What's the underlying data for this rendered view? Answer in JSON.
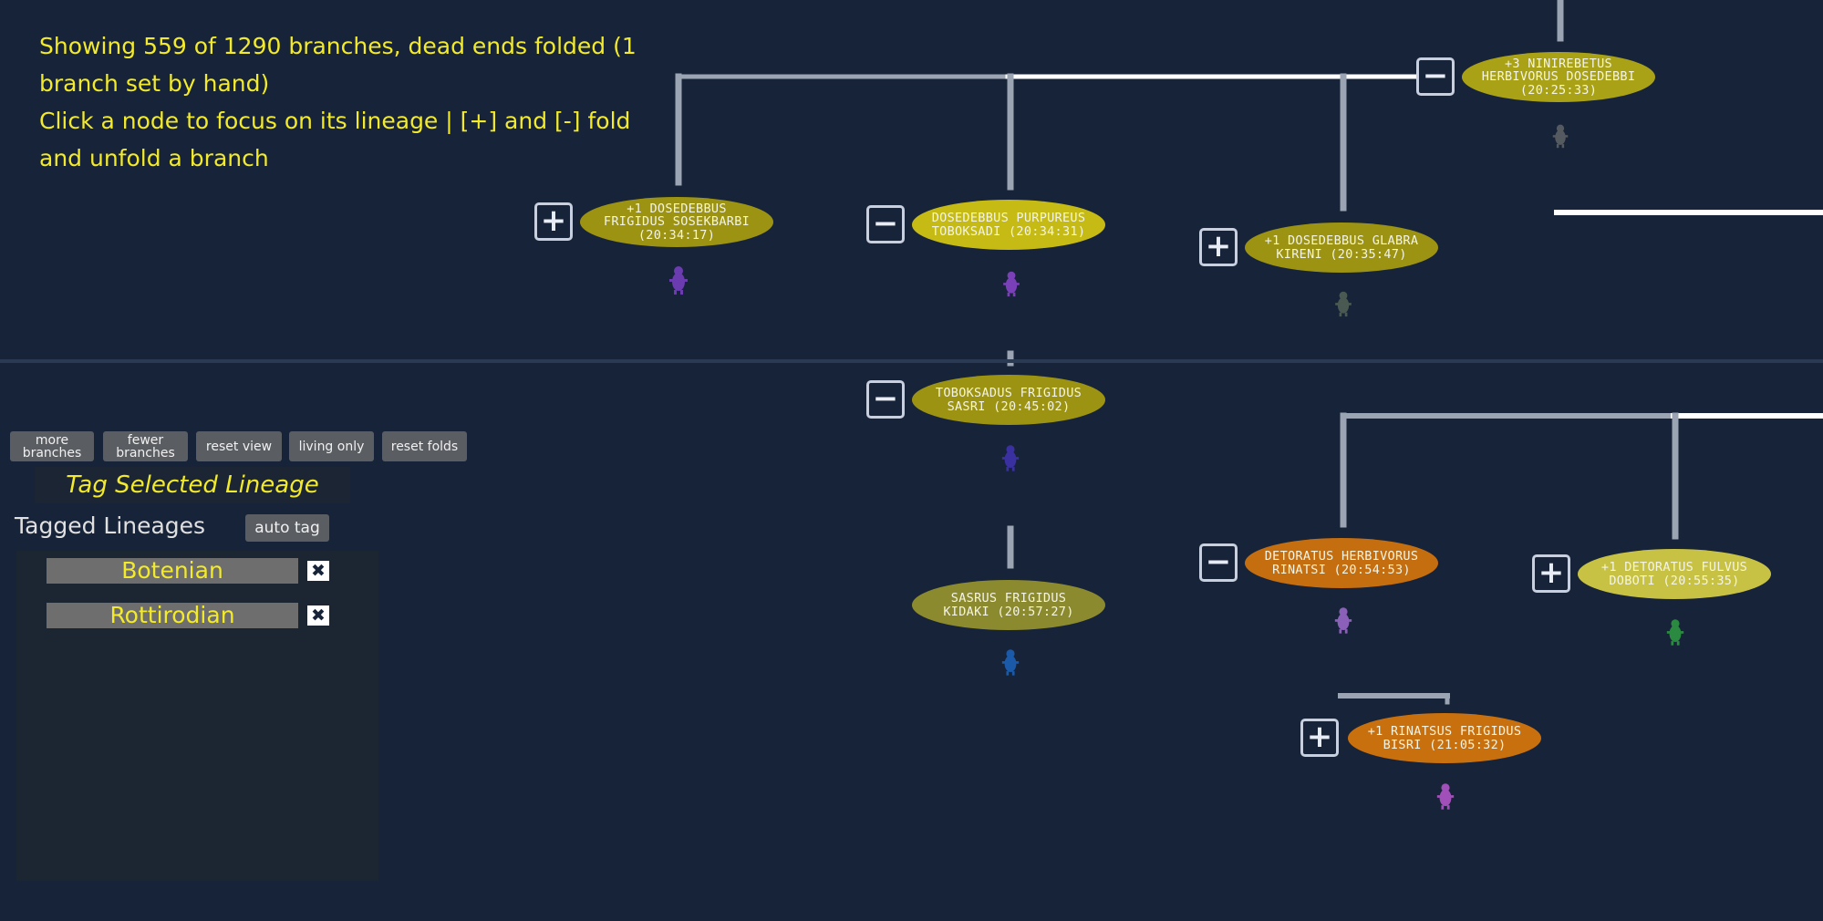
{
  "info": {
    "line1": "Showing 559 of 1290 branches, dead ends folded  (1 branch set by hand)",
    "line2": "Click a node to focus on its lineage  |  [+] and [-] fold and unfold a branch"
  },
  "nodes": [
    {
      "name": "node-dosedebbus-frigidus",
      "label": "+1 DOSEDEBBUS\nFRIGIDUS SOSEKBARBI\n(20:34:17)",
      "color": "#9c9312",
      "fold": "+"
    },
    {
      "name": "node-dosedebbus-purpureus",
      "label": "DOSEDEBBUS PURPUREUS\nTOBOKSADI (20:34:31)",
      "color": "#c6bb14",
      "fold": "−"
    },
    {
      "name": "node-dosedebbus-glabra",
      "label": "+1 DOSEDEBBUS GLABRA\nKIRENI (20:35:47)",
      "color": "#9c9312",
      "fold": "+"
    },
    {
      "name": "node-ninirebetus",
      "label": "+3 NINIREBETUS\nHERBIVORUS DOSEDEBBI\n(20:25:33)",
      "color": "#aaa216",
      "fold": "−"
    },
    {
      "name": "node-toboksadus",
      "label": "TOBOKSADUS FRIGIDUS\nSASRI (20:45:02)",
      "color": "#9c9312",
      "fold": "−"
    },
    {
      "name": "node-sasrus",
      "label": "SASRUS FRIGIDUS\nKIDAKI (20:57:27)",
      "color": "#8c8a2e",
      "fold": ""
    },
    {
      "name": "node-detoratus-herbivorus",
      "label": "DETORATUS HERBIVORUS\nRINATSI (20:54:53)",
      "color": "#c46e10",
      "fold": "−"
    },
    {
      "name": "node-detoratus-fulvus",
      "label": "+1 DETORATUS FULVUS\nDOBOTI (20:55:35)",
      "color": "#c8c244",
      "fold": "+"
    },
    {
      "name": "node-rinatsus",
      "label": "+1 RINATSUS FRIGIDUS\nBISRI (21:05:32)",
      "color": "#c8700e",
      "fold": "+"
    }
  ],
  "creature_colors": [
    "#6a3cb0",
    "#7a40b8",
    "#4a5a52",
    "#555a60",
    "#3a30a0",
    "#1a5aa8",
    "#8a60b8",
    "#2a8a40",
    "#a050b8"
  ],
  "buttons": {
    "more": "more\nbranches",
    "fewer": "fewer\nbranches",
    "reset_view": "reset view",
    "living_only": "living only",
    "reset_folds": "reset folds"
  },
  "tag_selected_label": "Tag Selected Lineage",
  "tagged_title": "Tagged Lineages",
  "auto_tag_label": "auto tag",
  "tagged_lineages": [
    "Botenian",
    "Rottirodian"
  ],
  "remove_icon": "✖"
}
